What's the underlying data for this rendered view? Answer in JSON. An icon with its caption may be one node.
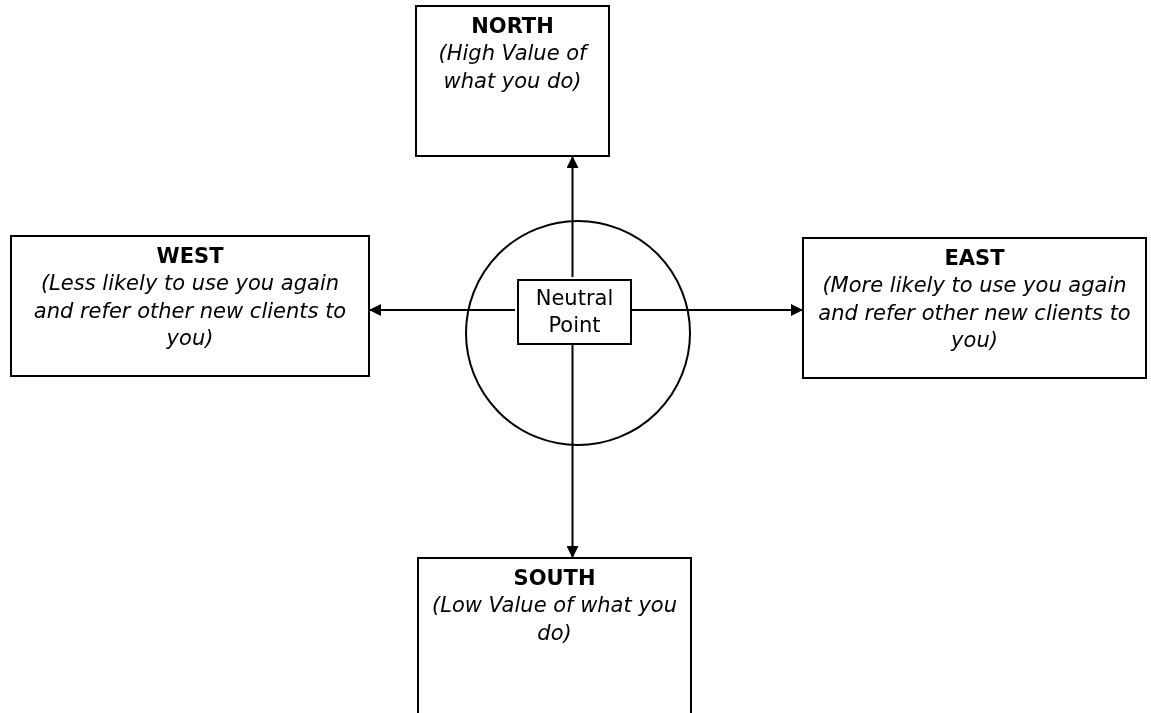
{
  "diagram": {
    "nodes": [
      {
        "text": [
          "NORTH",
          "(High Value of what you do)"
        ]
      },
      {
        "text": [
          "WEST",
          "(Less likely to use you again and refer other new clients to you)"
        ]
      },
      {
        "text": [],
        "shape": "circle"
      },
      {
        "text": [
          "Neutral Point"
        ],
        "in": 2
      },
      {
        "text": [
          "EAST",
          "(More likely to use you again and refer other new clients to you)"
        ]
      },
      {
        "text": [
          "SOUTH",
          "(Low Value of what you do)"
        ]
      }
    ],
    "edges": [
      {
        "from": 3,
        "to": 0,
        "arrow": "to"
      },
      {
        "from": 3,
        "to": 1,
        "arrow": "to"
      },
      {
        "from": 3,
        "to": 4,
        "arrow": "to"
      },
      {
        "from": 3,
        "to": 5,
        "arrow": "to"
      }
    ]
  }
}
